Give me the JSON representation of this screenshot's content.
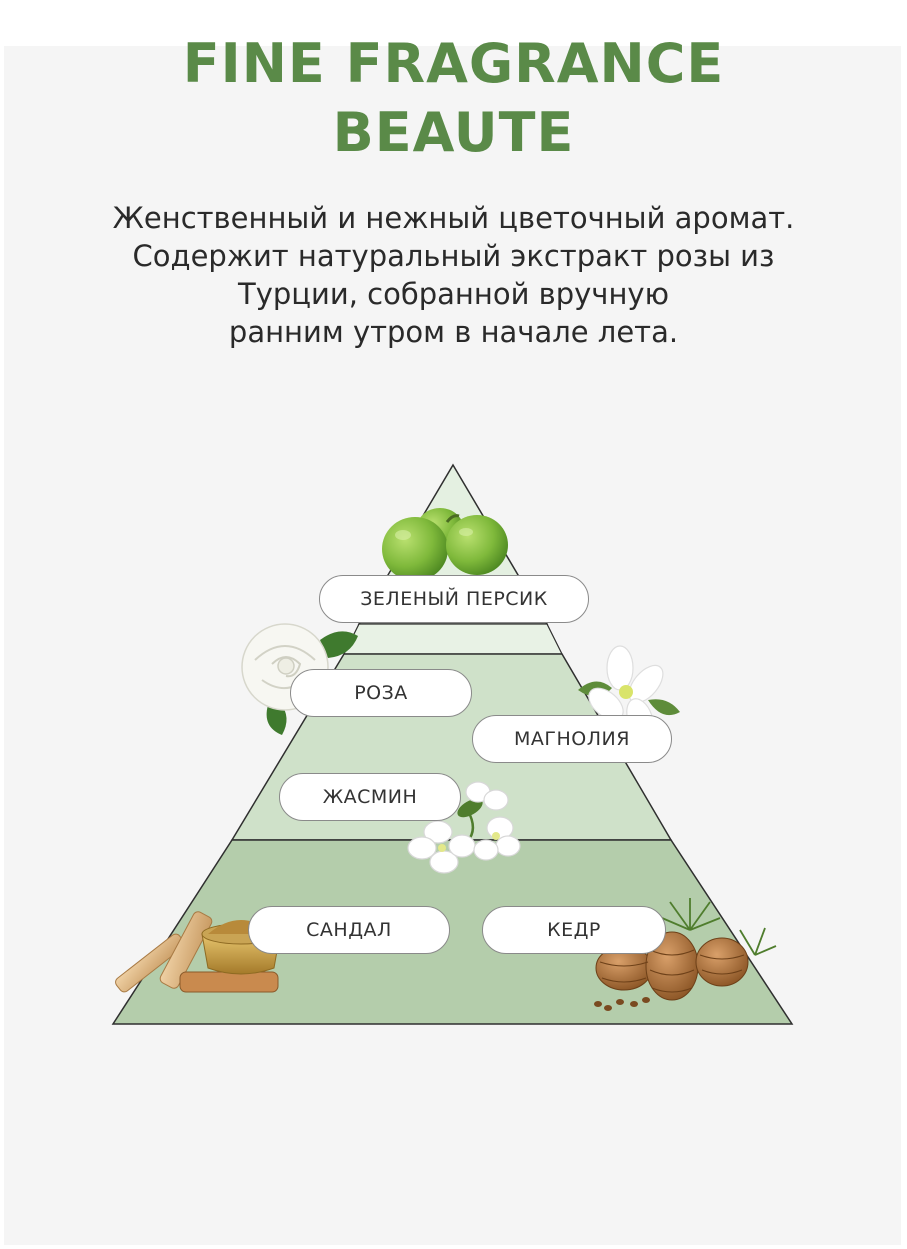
{
  "title": {
    "line1": "FINE FRAGRANCE",
    "line2": "BEAUTE"
  },
  "description": {
    "line1": "Женственный и нежный цветочный аромат.",
    "line2": "Содержит натуральный экстракт розы из",
    "line3": "Турции, собранной вручную",
    "line4": "ранним утром в начале лета."
  },
  "pyramid": {
    "top_notes": [
      "ЗЕЛЕНЫЙ ПЕРСИК"
    ],
    "heart_notes": [
      "РОЗА",
      "МАГНОЛИЯ",
      "ЖАСМИН"
    ],
    "base_notes": [
      "САНДАЛ",
      "КЕДР"
    ]
  },
  "illustrations": [
    "green-peach-icon",
    "rose-icon",
    "magnolia-icon",
    "jasmine-icon",
    "sandalwood-icon",
    "cedar-cone-icon"
  ],
  "colors": {
    "title": "#5a8a48",
    "pyramid_top": "#dfeedb",
    "pyramid_middle": "#c9ddc2",
    "pyramid_bottom": "#a9c49f",
    "text": "#2a2a2a"
  }
}
